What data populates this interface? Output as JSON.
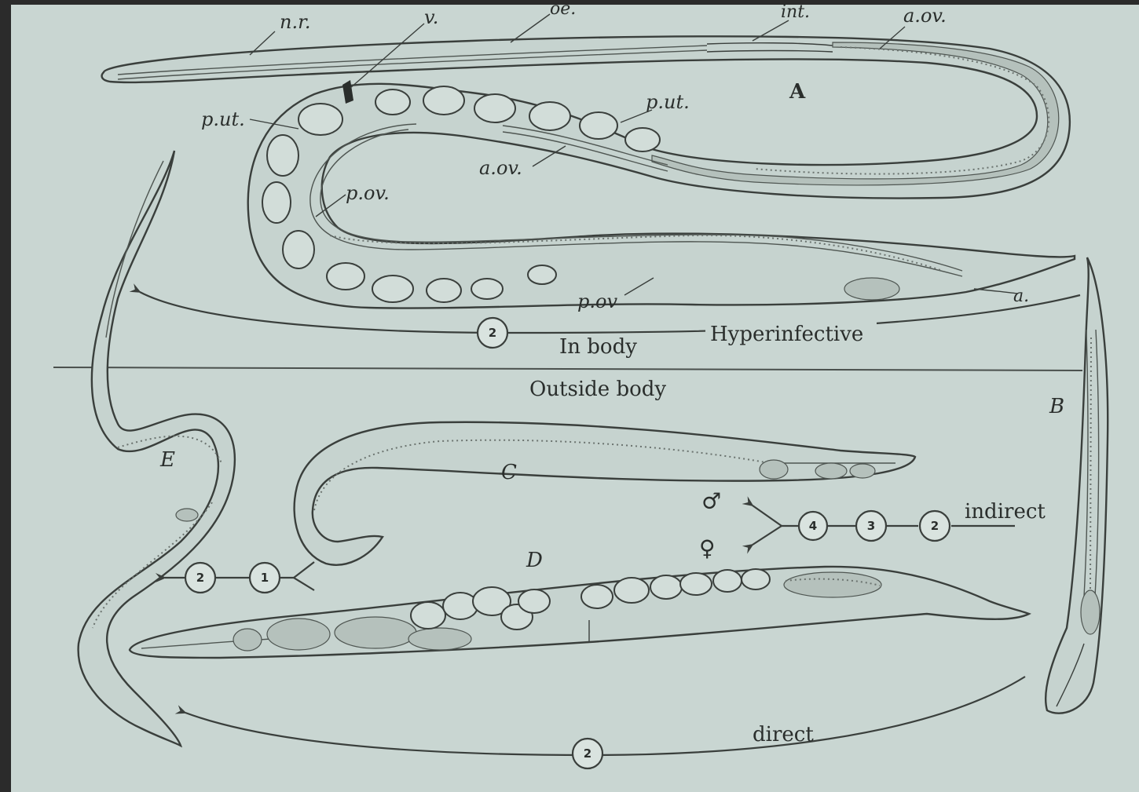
{
  "colors": {
    "paper": "#c9d6d2",
    "frame": "#2b2b2b",
    "ink": "#3a3f3c"
  },
  "labels": {
    "nr": "n.r.",
    "v": "v.",
    "oe": "oe.",
    "int": "int.",
    "aov_top": "a.ov.",
    "A": "A",
    "put_left": "p.ut.",
    "put_mid": "p.ut.",
    "aov_mid": "a.ov.",
    "pov_left": "p.ov.",
    "pov_bottom": "p.ov",
    "a": "a.",
    "B": "B",
    "C": "C",
    "D": "D",
    "E": "E",
    "in_body": "In body",
    "outside_body": "Outside body",
    "hyperinfective": "Hyperinfective",
    "indirect": "indirect",
    "direct": "direct",
    "male": "♂",
    "female": "♀"
  },
  "cycle_nodes": {
    "hyperinfective": "2",
    "indirect_1": "4",
    "indirect_2": "3",
    "indirect_3": "2",
    "left_1": "2",
    "left_2": "1",
    "direct": "2"
  }
}
